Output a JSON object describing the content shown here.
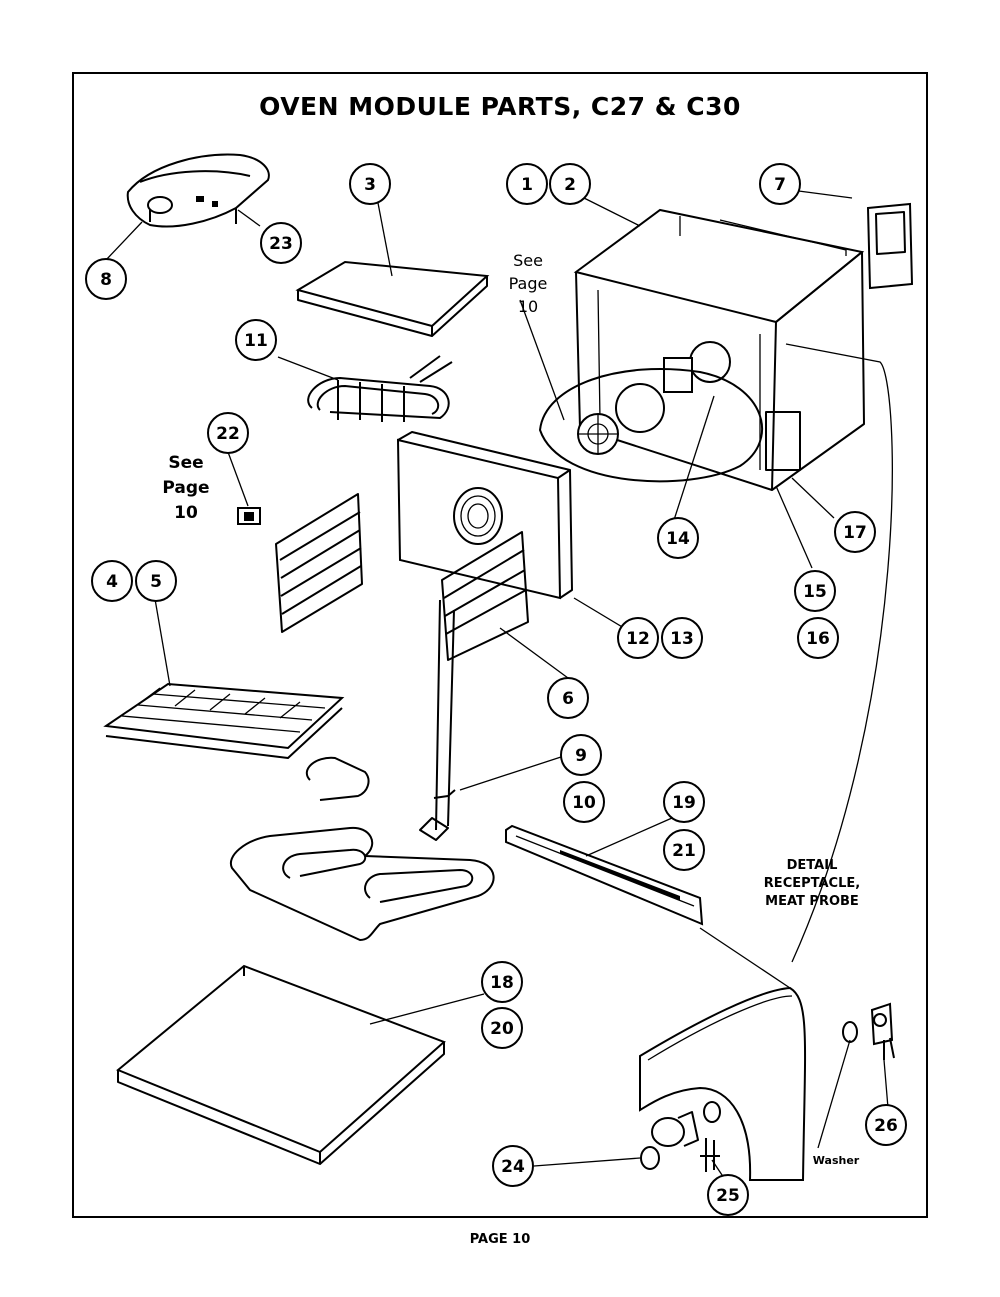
{
  "title": "OVEN MODULE PARTS, C27 & C30",
  "footer": "PAGE 10",
  "callouts": [
    "1",
    "2",
    "3",
    "4",
    "5",
    "6",
    "7",
    "8",
    "9",
    "10",
    "11",
    "12",
    "13",
    "14",
    "15",
    "16",
    "17",
    "18",
    "19",
    "20",
    "21",
    "22",
    "23",
    "24",
    "25",
    "26"
  ],
  "see_page": {
    "line1": "See",
    "line2": "Page",
    "line3": "10"
  },
  "detail_label": {
    "line1": "DETAIL",
    "line2": "RECEPTACLE,",
    "line3": "MEAT PROBE"
  },
  "washer_label": "Washer"
}
